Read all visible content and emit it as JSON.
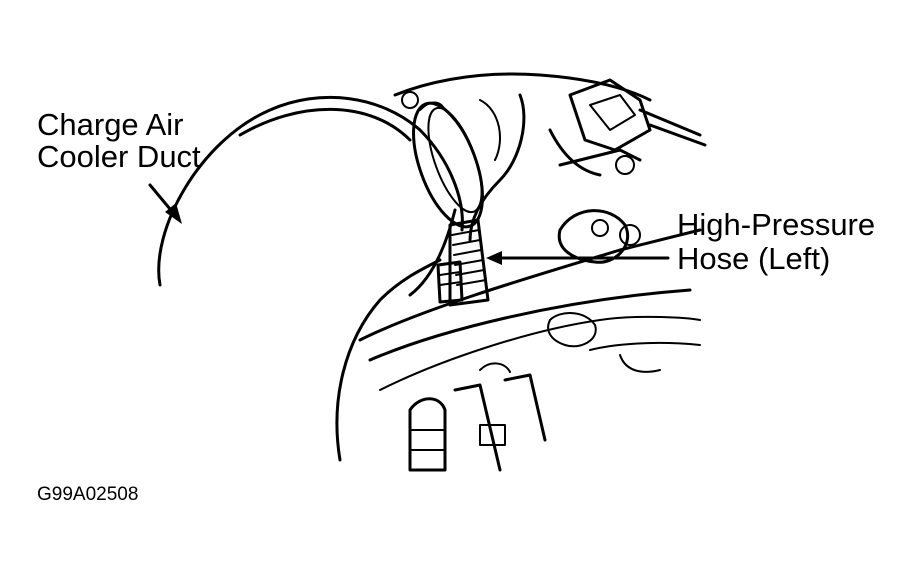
{
  "labels": {
    "charge_air_cooler_duct_line1": "Charge Air",
    "charge_air_cooler_duct_line2": "Cooler Duct",
    "high_pressure_hose_line1": "High-Pressure",
    "high_pressure_hose_line2": "Hose (Left)",
    "figure_id": "G99A02508"
  }
}
